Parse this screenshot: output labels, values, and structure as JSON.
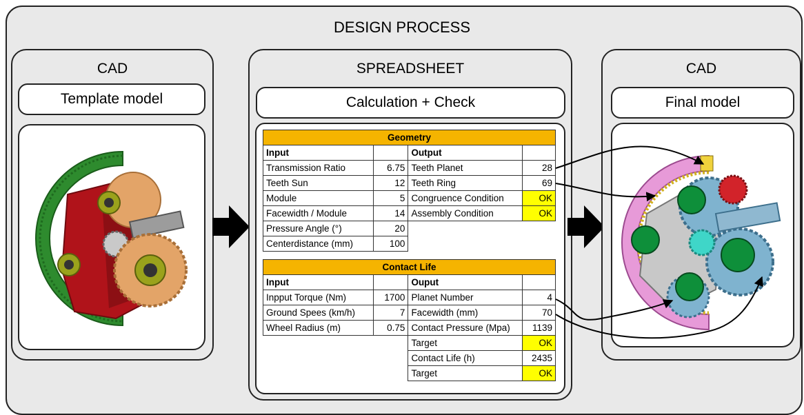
{
  "title": "DESIGN PROCESS",
  "panels": {
    "left": {
      "title": "CAD",
      "sub": "Template model"
    },
    "middle": {
      "title": "SPREADSHEET",
      "sub": "Calculation + Check"
    },
    "right": {
      "title": "CAD",
      "sub": "Final model"
    }
  },
  "geometry": {
    "header": "Geometry",
    "input_label": "Input",
    "output_label": "Output",
    "inputs": [
      {
        "label": "Transmission Ratio",
        "value": "6.75"
      },
      {
        "label": "Teeth Sun",
        "value": "12"
      },
      {
        "label": "Module",
        "value": "5"
      },
      {
        "label": "Facewidth / Module",
        "value": "14"
      },
      {
        "label": "Pressure Angle (°)",
        "value": "20"
      },
      {
        "label": "Centerdistance (mm)",
        "value": "100"
      }
    ],
    "outputs": [
      {
        "label": "Teeth Planet",
        "value": "28"
      },
      {
        "label": "Teeth Ring",
        "value": "69"
      },
      {
        "label": "Congruence Condition",
        "value": "OK"
      },
      {
        "label": "Assembly Condition",
        "value": "OK"
      }
    ]
  },
  "contact": {
    "header": "Contact Life",
    "input_label": "Input",
    "output_label": "Ouput",
    "inputs": [
      {
        "label": "Inpput Torque (Nm)",
        "value": "1700"
      },
      {
        "label": "Ground Spees (km/h)",
        "value": "7"
      },
      {
        "label": "Wheel Radius (m)",
        "value": "0.75"
      }
    ],
    "outputs": [
      {
        "label": "Planet Number",
        "value": "4"
      },
      {
        "label": "Facewidth (mm)",
        "value": "70"
      },
      {
        "label": "Contact Pressure (Mpa)",
        "value": "1139"
      },
      {
        "label": "Target",
        "value": "OK"
      },
      {
        "label": "Contact Life (h)",
        "value": "2435"
      },
      {
        "label": "Target",
        "value": "OK"
      }
    ]
  },
  "colors": {
    "header": "#f5b400",
    "ok": "#ffff00",
    "ring_green": "#2e8b2e",
    "carrier_red": "#b0131a",
    "gear_tan": "#e3a468",
    "ring_pink": "#e79ad8",
    "gear_blue": "#7fb3cf",
    "planet_green": "#0e8f3a"
  }
}
